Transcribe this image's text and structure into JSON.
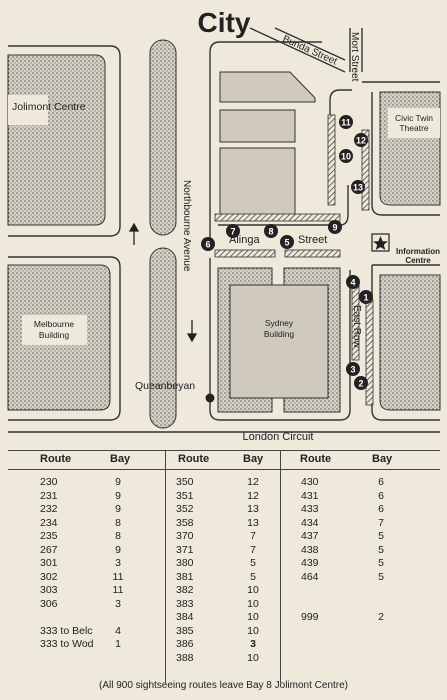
{
  "title": "City",
  "streets": {
    "bunda": "Bunda Street",
    "mort": "Mort Street",
    "northbourne": "Northbourne Avenue",
    "alinga_left": "Alinga",
    "alinga_right": "Street",
    "east_row": "East Row",
    "london": "London Circuit"
  },
  "places": {
    "jolimont": "Jolimont Centre",
    "civic_line1": "Civic Twin",
    "civic_line2": "Theatre",
    "info_line1": "Information",
    "info_line2": "Centre",
    "melbourne_line1": "Melbourne",
    "melbourne_line2": "Building",
    "sydney_line1": "Sydney",
    "sydney_line2": "Building",
    "queanbeyan": "Queanbeyan"
  },
  "bays": [
    "1",
    "2",
    "3",
    "4",
    "5",
    "6",
    "7",
    "8",
    "9",
    "10",
    "11",
    "12",
    "13"
  ],
  "table": {
    "headers": {
      "route": "Route",
      "bay": "Bay"
    },
    "col1": [
      {
        "route": "230",
        "bay": "9"
      },
      {
        "route": "231",
        "bay": "9"
      },
      {
        "route": "232",
        "bay": "9"
      },
      {
        "route": "234",
        "bay": "8"
      },
      {
        "route": "235",
        "bay": "8"
      },
      {
        "route": "267",
        "bay": "9"
      },
      {
        "route": "301",
        "bay": "3"
      },
      {
        "route": "302",
        "bay": "11"
      },
      {
        "route": "303",
        "bay": "11"
      },
      {
        "route": "306",
        "bay": "3"
      },
      {
        "route": "333 to Belc",
        "bay": "4"
      },
      {
        "route": "333 to Wod",
        "bay": "1"
      }
    ],
    "col2": [
      {
        "route": "350",
        "bay": "12"
      },
      {
        "route": "351",
        "bay": "12"
      },
      {
        "route": "352",
        "bay": "13"
      },
      {
        "route": "358",
        "bay": "13"
      },
      {
        "route": "370",
        "bay": "7"
      },
      {
        "route": "371",
        "bay": "7"
      },
      {
        "route": "380",
        "bay": "5"
      },
      {
        "route": "381",
        "bay": "5"
      },
      {
        "route": "382",
        "bay": "10"
      },
      {
        "route": "383",
        "bay": "10"
      },
      {
        "route": "384",
        "bay": "10"
      },
      {
        "route": "385",
        "bay": "10"
      },
      {
        "route": "386",
        "bay": "3"
      },
      {
        "route": "388",
        "bay": "10"
      }
    ],
    "col3": [
      {
        "route": "430",
        "bay": "6"
      },
      {
        "route": "431",
        "bay": "6"
      },
      {
        "route": "433",
        "bay": "6"
      },
      {
        "route": "434",
        "bay": "7"
      },
      {
        "route": "437",
        "bay": "5"
      },
      {
        "route": "438",
        "bay": "5"
      },
      {
        "route": "439",
        "bay": "5"
      },
      {
        "route": "464",
        "bay": "5"
      },
      {
        "route": "999",
        "bay": "2"
      }
    ],
    "footnote": "(All 900 sightseeing routes leave Bay 8 Jolimont Centre)"
  }
}
